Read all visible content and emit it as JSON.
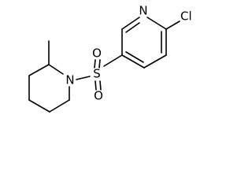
{
  "molecule": {
    "atoms": {
      "n_pyridine": "N",
      "cl": "Cl",
      "s": "S",
      "o_upper": "O",
      "o_lower": "O",
      "n_piperidine": "N"
    }
  },
  "colors": {
    "bond": "#000000",
    "label": "#000000",
    "background": "#ffffff"
  }
}
